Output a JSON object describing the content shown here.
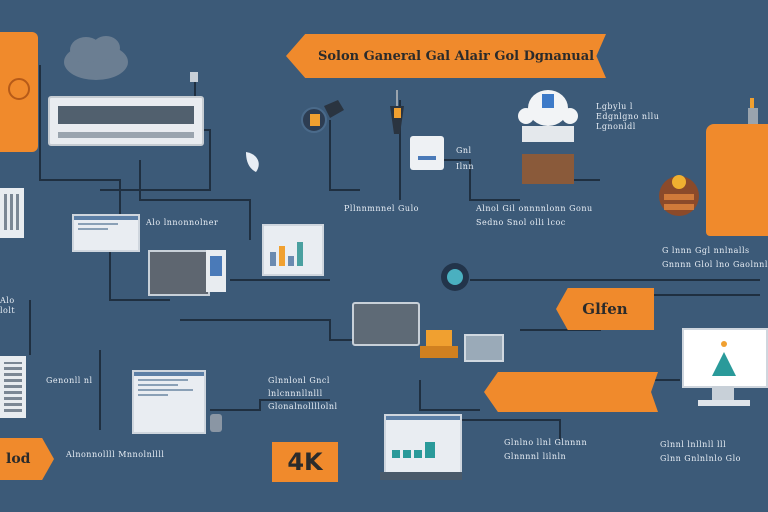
{
  "banners": {
    "top": "Solon Ganeral Gal Alair Gol Dgnanual",
    "right": "Glfen",
    "left_bottom": "lod",
    "mid_right": ""
  },
  "badge_4k": "4K",
  "labels": {
    "top_right": [
      "Lgbylu l",
      "Edgnlgno nllu",
      "Lgnonldl"
    ],
    "mid_top": "Pllnnmnnel Gulo",
    "left_mid": "Alo lnnonnolner",
    "center_right": [
      "Alnol Gil onnnnlonn Gonu",
      "Sedno Snol olli lcoc"
    ],
    "small_a": [
      "Gnl",
      "Ilnn"
    ],
    "far_right": [
      "G lnnn Ggl nnlnalls",
      "Gnnnn Glol lno Gaolnnl"
    ],
    "left_small": [
      "Alo",
      "lolt"
    ],
    "left_bottom": "Genonll nl",
    "center_bottom": [
      "Glnnlonl Gncl",
      "lnlcnnnllnlll",
      "Glonalnollllolnl"
    ],
    "bottom_left": "Alnonnollll Mnnolnllll",
    "bottom_mid": [
      "Glnlno llnl Glnnnn",
      "Glnnnnl lilnln"
    ],
    "bottom_right": [
      "Glnnl lnllnll lll",
      "Glnn Gnlnlnlo Glo"
    ]
  },
  "colors": {
    "background": "#3c5a78",
    "accent": "#f08a2c",
    "line": "#1f2f40"
  }
}
